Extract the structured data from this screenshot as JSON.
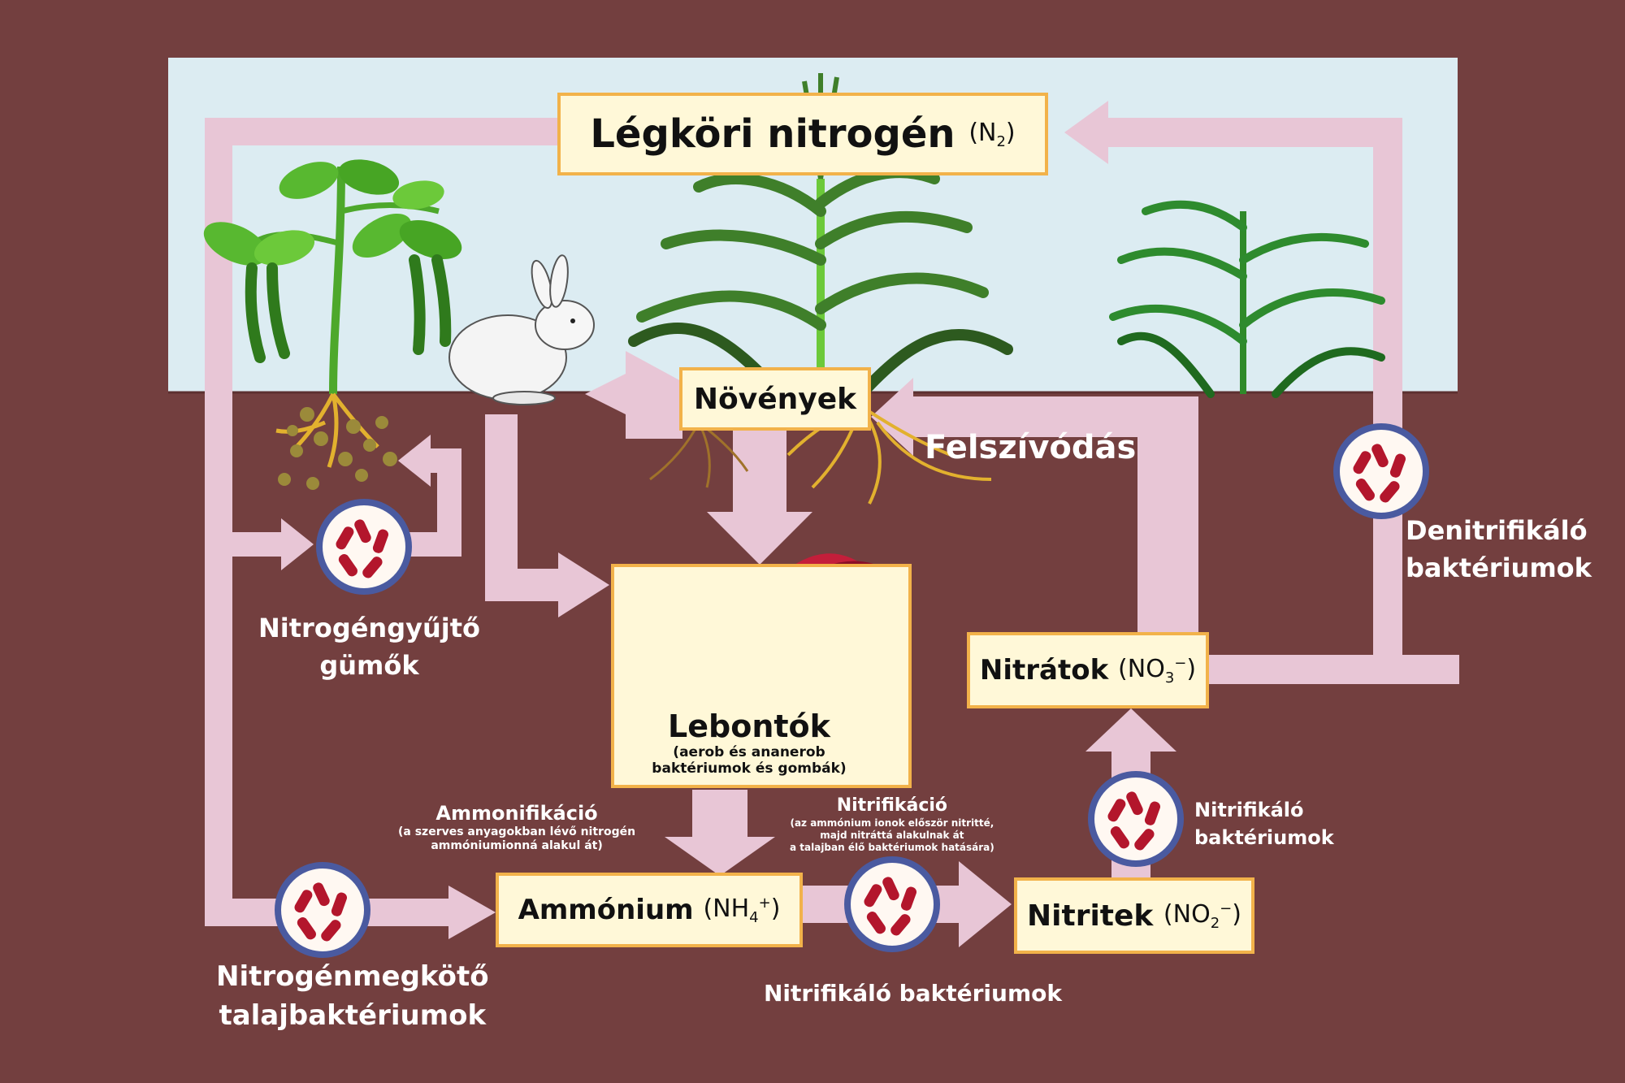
{
  "boxes": {
    "atmosphere": {
      "text": "Légköri nitrogén",
      "formula": "(N",
      "sub": "2",
      "close": ")"
    },
    "plants": {
      "text": "Növények"
    },
    "decomposers": {
      "title": "Lebontók",
      "subtitle_1": "(aerob és ananerob",
      "subtitle_2": "baktériumok és gombák)"
    },
    "ammonium": {
      "text": "Ammónium",
      "formula": "(NH",
      "sub": "4",
      "sup": "+",
      "close": ")"
    },
    "nitrites": {
      "text": "Nitritek",
      "formula": "(NO",
      "sub": "2",
      "sup": "−",
      "close": ")"
    },
    "nitrates": {
      "text": "Nitrátok",
      "formula": "(NO",
      "sub": "3",
      "sup": "−",
      "close": ")"
    }
  },
  "labels": {
    "absorption": "Felszívódás",
    "nodules_1": "Nitrogéngyűjtő",
    "nodules_2": "gümők",
    "fixing_1": "Nitrogénmegkötő",
    "fixing_2": "talajbaktériumok",
    "denitrifying_1": "Denitrifikáló",
    "denitrifying_2": "baktériumok",
    "nitrifying_right_1": "Nitrifikáló",
    "nitrifying_right_2": "baktériumok",
    "nitrifying_bottom": "Nitrifikáló baktériumok",
    "ammonification": {
      "title": "Ammonifikáció",
      "note_1": "(a szerves anyagokban lévő nitrogén",
      "note_2": "ammóniumionná alakul át)"
    },
    "nitrification": {
      "title": "Nitrifikáció",
      "note_1": "(az ammónium ionok először nitritté,",
      "note_2": "majd nitráttá alakulnak át",
      "note_3": "a talajban élő baktériumok hatására)"
    }
  },
  "colors": {
    "soil": "#733f3f",
    "sky": "#dcecf2",
    "arrow": "#e8c6d6",
    "box_fill": "#fff8d8",
    "box_border": "#f2b24a",
    "bacteria": "#b3162c",
    "bacteria_ring": "#4a5aa0"
  },
  "icons": [
    "bean-plant-icon",
    "rabbit-icon",
    "corn-plant-icon",
    "mushroom-icon",
    "bacteria-icon"
  ]
}
